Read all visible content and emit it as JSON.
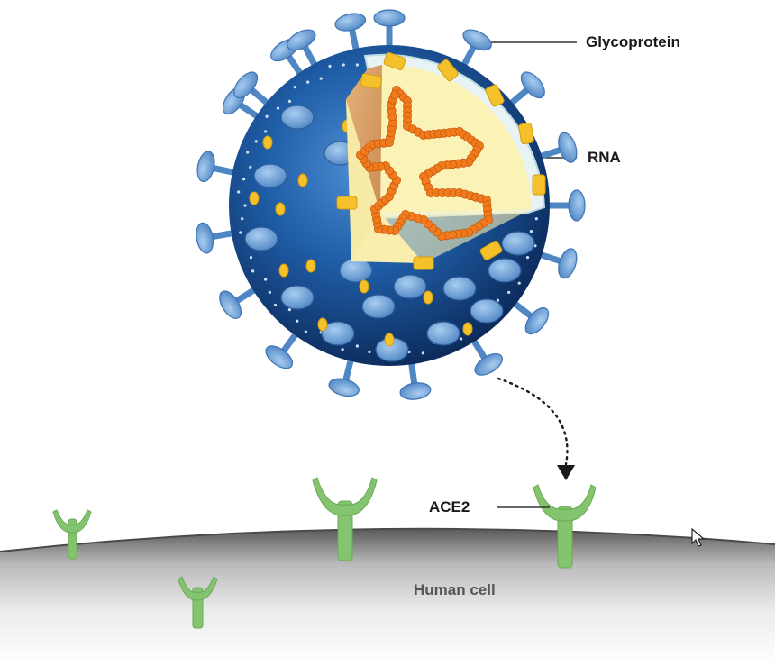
{
  "labels": {
    "glycoprotein": "Glycoprotein",
    "rna": "RNA",
    "ace2": "ACE2",
    "human_cell": "Human cell"
  },
  "colors": {
    "virus_dark": "#0e2f66",
    "virus_mid": "#1f5ea8",
    "spike": "#6a9fd6",
    "spike_dark": "#3f74b4",
    "envelope_protein": "#f4c12a",
    "rna_strand": "#f07a1c",
    "interior": "#fbf2b6",
    "receptor": "#84c46e",
    "receptor_dark": "#5fa24c",
    "cell_surface": "#9a9a9a"
  },
  "icons": [
    "cursor-arrow-icon"
  ]
}
